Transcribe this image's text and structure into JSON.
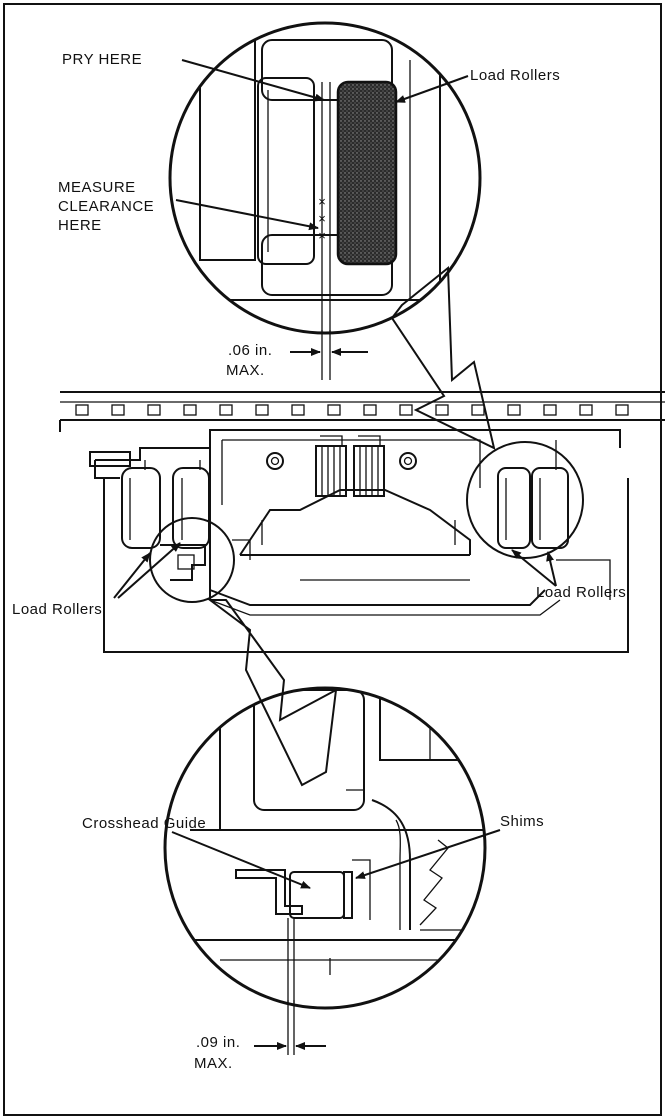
{
  "labels": {
    "pry_here": "PRY HERE",
    "load_rollers_top": "Load Rollers",
    "measure_line1": "MEASURE",
    "measure_line2": "CLEARANCE",
    "measure_line3": "HERE",
    "clearance_top_value": ".06 in.",
    "clearance_top_max": "MAX.",
    "load_rollers_right": "Load Rollers",
    "load_rollers_left": "Load Rollers",
    "crosshead_guide": "Crosshead Guide",
    "shims": "Shims",
    "clearance_bottom_value": ".09 in.",
    "clearance_bottom_max": "MAX."
  },
  "marks": {
    "measure_points": [
      "×",
      "×",
      "×"
    ]
  },
  "colors": {
    "ink": "#111111",
    "paper": "#ffffff",
    "roller_fill": "#3a3a3a"
  }
}
